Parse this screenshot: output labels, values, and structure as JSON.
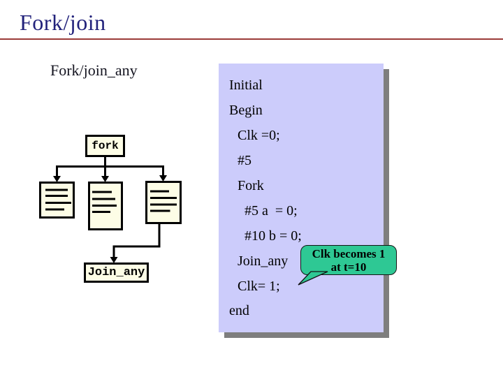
{
  "slide": {
    "title": "Fork/join",
    "subtitle": "Fork/join_any"
  },
  "diagram": {
    "fork_label": "fork",
    "join_label": "Join_any",
    "process_box_count": 3
  },
  "code_panel": {
    "lines": [
      {
        "text": "Initial",
        "indent": 0
      },
      {
        "text": "Begin",
        "indent": 0
      },
      {
        "text": "Clk =0;",
        "indent": 1
      },
      {
        "text": "#5",
        "indent": 1
      },
      {
        "text": "Fork",
        "indent": 1
      },
      {
        "text": "#5 a  = 0;",
        "indent": 2
      },
      {
        "text": "#10 b = 0;",
        "indent": 2
      },
      {
        "text": "Join_any",
        "indent": 1
      },
      {
        "text": "Clk= 1;",
        "indent": 1
      },
      {
        "text": "end",
        "indent": 0
      }
    ]
  },
  "callout": {
    "line1": "Clk becomes 1",
    "line2": "at t=10"
  },
  "colors": {
    "title_text": "#22227b",
    "rule_red": "#9b3b38",
    "panel_bg": "#ccccfb",
    "panel_shadow": "#7e7e7e",
    "node_fill": "#fdfde6",
    "callout_bg": "#2ec894",
    "text": "#000000"
  }
}
